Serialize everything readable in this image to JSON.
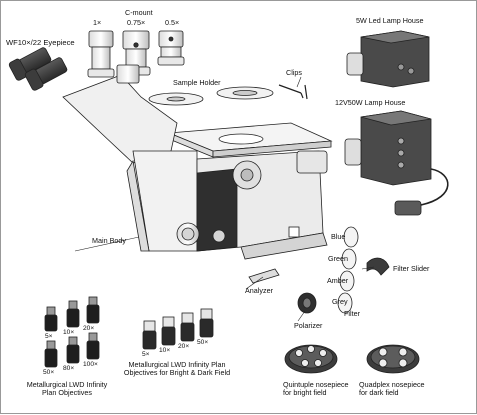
{
  "labels": {
    "eyepiece": "WF10×/22 Eyepiece",
    "cmount": "C-mount",
    "mag_1x": "1×",
    "mag_075x": "0.75×",
    "mag_05x": "0.5×",
    "sample_holder": "Sample Holder",
    "clips": "Clips",
    "led_lamp": "5W Led Lamp House",
    "halogen_lamp": "12V50W Lamp House",
    "main_body": "Main Body",
    "filter_blue": "Blue",
    "filter_green": "Green",
    "filter_amber": "Amber",
    "filter_grey": "Grey",
    "filter": "Filter",
    "filter_slider": "Filter Slider",
    "analyzer": "Analyzer",
    "polarizer": "Polarizer",
    "obj_5x_a": "5×",
    "obj_10x_a": "10×",
    "obj_20x_a": "20×",
    "obj_50x_a": "50×",
    "obj_80x": "80×",
    "obj_100x": "100×",
    "obj_set_a": "Metallurgical LWD Infinity\nPlan Objectives",
    "obj_5x_b": "5×",
    "obj_10x_b": "10×",
    "obj_20x_b": "20×",
    "obj_50x_b": "50×",
    "obj_set_b": "Metallurgical LWD Infinity Plan\nObjectives for Bright & Dark Field",
    "nosepiece_bright": "Quintuple nosepiece\nfor bright field",
    "nosepiece_dark": "Quadplex nosepiece\nfor dark field"
  }
}
